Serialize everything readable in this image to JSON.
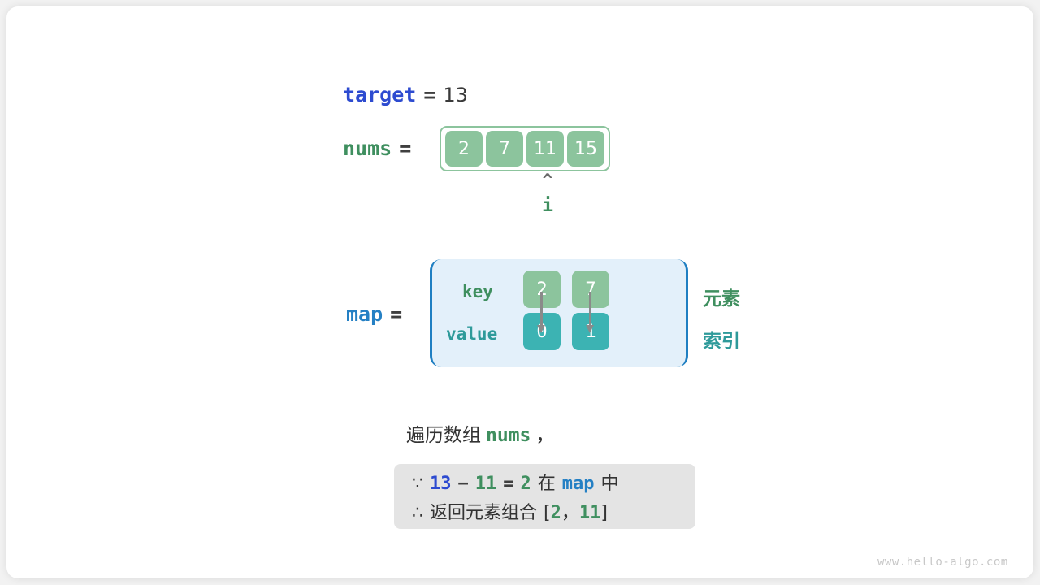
{
  "target": {
    "name": "target",
    "equals": "=",
    "value": "13"
  },
  "nums": {
    "name": "nums",
    "equals": "=",
    "cells": [
      "2",
      "7",
      "11",
      "15"
    ]
  },
  "pointer": {
    "caret": "^",
    "label": "i"
  },
  "map": {
    "name": "map",
    "equals": "=",
    "key_label": "key",
    "value_label": "value",
    "entries": [
      {
        "key": "2",
        "value": "0"
      },
      {
        "key": "7",
        "value": "1"
      }
    ],
    "legend_element": "元素",
    "legend_index": "索引"
  },
  "caption": {
    "prefix": "遍历数组",
    "code": "nums",
    "suffix": "，"
  },
  "conclusion": {
    "line1": {
      "symbol": "∵",
      "a": "13",
      "minus": "−",
      "b": "11",
      "equals": "=",
      "result": "2",
      "in_text": "在",
      "container": "map",
      "tail": "中"
    },
    "line2": {
      "symbol": "∴",
      "text": "返回元素组合",
      "bracket_open": "[",
      "first": "2",
      "comma": "，",
      "second": "11",
      "bracket_close": "]"
    }
  },
  "watermark": "www.hello-algo.com",
  "colors": {
    "blue_var": "#2d4bd0",
    "green_var": "#3f8f5f",
    "cyan_var": "#2e9a9a",
    "sky_blue": "#2580c4",
    "cell_green": "#8cc49d",
    "cell_teal": "#3cb3b3",
    "map_box_bg": "#e3f0fa",
    "map_box_border": "#1f7fc2",
    "conclusion_bg": "#e4e4e4",
    "arrow_gray": "#8a8a8a"
  }
}
